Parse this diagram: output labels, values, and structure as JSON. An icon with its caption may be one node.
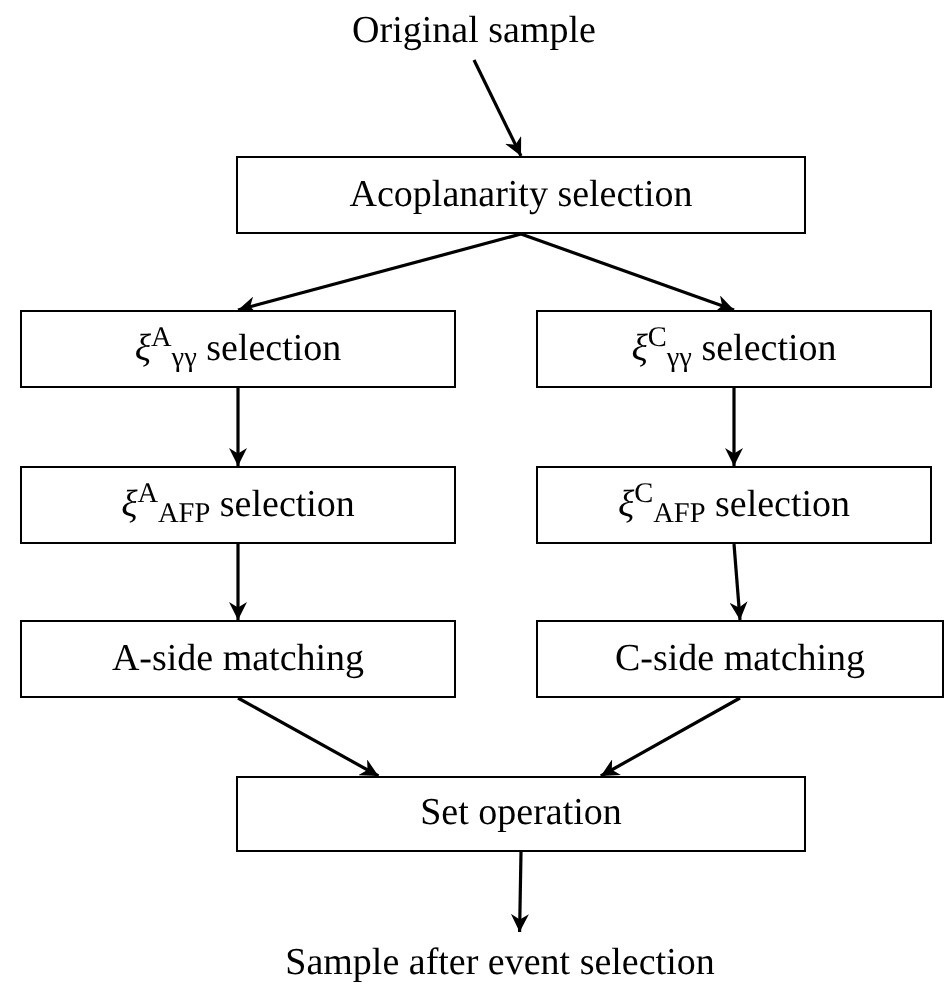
{
  "diagram": {
    "nodes": [
      {
        "text": [
          "Original sample"
        ]
      },
      {
        "text": [
          "Acoplanarity selection"
        ]
      },
      {
        "text": [
          "*ξ*$^{A}$$_{γγ}$ selection"
        ]
      },
      {
        "text": [
          "*ξ*$^{C}$$_{γγ}$ selection"
        ]
      },
      {
        "text": [
          "*ξ*$^{A}$$_{AFP}$ selection"
        ]
      },
      {
        "text": [
          "*ξ*$^{C}$$_{AFP}$ selection"
        ]
      },
      {
        "text": [
          "A-side matching"
        ]
      },
      {
        "text": [
          "C-side matching"
        ]
      },
      {
        "text": [
          "Set operation"
        ]
      },
      {
        "text": [
          "Sample after event selection"
        ]
      }
    ],
    "edges": [
      {
        "from": 0,
        "to": 1,
        "arrow": "to"
      },
      {
        "from": 1,
        "to": 2,
        "arrow": "to"
      },
      {
        "from": 1,
        "to": 3,
        "arrow": "to"
      },
      {
        "from": 2,
        "to": 4,
        "arrow": "to"
      },
      {
        "from": 3,
        "to": 5,
        "arrow": "to"
      },
      {
        "from": 4,
        "to": 6,
        "arrow": "to"
      },
      {
        "from": 5,
        "to": 7,
        "arrow": "to"
      },
      {
        "from": 6,
        "to": 8,
        "arrow": "to"
      },
      {
        "from": 7,
        "to": 8,
        "arrow": "to"
      },
      {
        "from": 8,
        "to": 9,
        "arrow": "to"
      }
    ]
  }
}
